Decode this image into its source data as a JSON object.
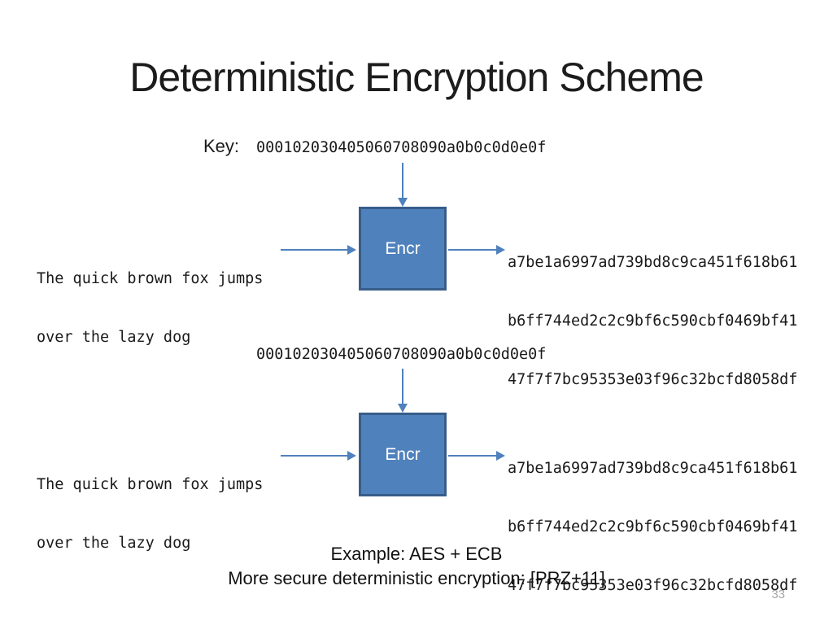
{
  "slide": {
    "title": "Deterministic Encryption Scheme",
    "page_number": "33",
    "footer": {
      "line1": "Example: AES + ECB",
      "line2": "More secure deterministic encryption: [PRZ+11]"
    },
    "colors": {
      "box_fill": "#4f81bd",
      "box_border": "#385d8a",
      "arrow": "#4f81bd",
      "page_number": "#a6a6a6"
    }
  },
  "diagrams": [
    {
      "key_label": "Key:",
      "key_value": "000102030405060708090a0b0c0d0e0f",
      "plaintext_line1": "The quick brown fox jumps",
      "plaintext_line2": "over the lazy dog",
      "box_label": "Encr",
      "ciphertext": [
        "a7be1a6997ad739bd8c9ca451f618b61",
        "b6ff744ed2c2c9bf6c590cbf0469bf41",
        "47f7f7bc95353e03f96c32bcfd8058df"
      ]
    },
    {
      "key_value": "000102030405060708090a0b0c0d0e0f",
      "plaintext_line1": "The quick brown fox jumps",
      "plaintext_line2": "over the lazy dog",
      "box_label": "Encr",
      "ciphertext": [
        "a7be1a6997ad739bd8c9ca451f618b61",
        "b6ff744ed2c2c9bf6c590cbf0469bf41",
        "47f7f7bc95353e03f96c32bcfd8058df"
      ]
    }
  ]
}
